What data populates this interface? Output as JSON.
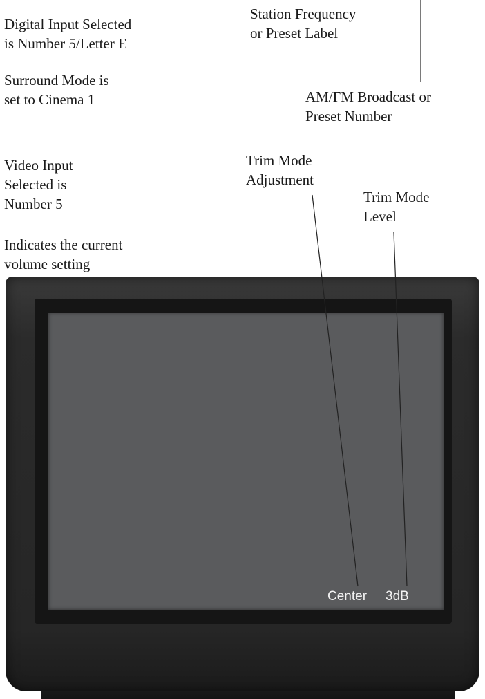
{
  "labels": {
    "digital_input": [
      "Digital Input Selected",
      "is Number 5/Letter E"
    ],
    "surround_mode": [
      "Surround Mode is",
      "set to Cinema 1"
    ],
    "video_input": [
      "Video Input",
      "Selected is",
      "Number 5"
    ],
    "volume": [
      "Indicates the current",
      "volume setting"
    ],
    "station": [
      "Station Frequency",
      "or Preset Label"
    ],
    "broadcast": [
      "AM/FM Broadcast or",
      "Preset Number"
    ],
    "trim_adjust": [
      "Trim Mode",
      "Adjustment"
    ],
    "trim_level": [
      "Trim Mode",
      "Level"
    ]
  },
  "screen": {
    "trim_channel": "Center",
    "trim_value": "3dB"
  }
}
